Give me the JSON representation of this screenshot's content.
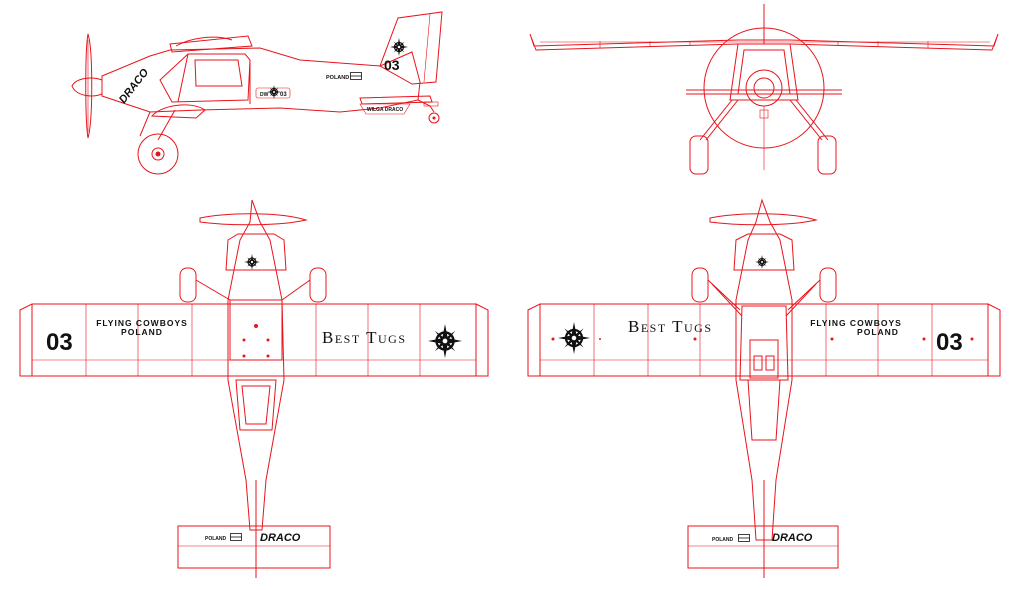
{
  "colors": {
    "line": "#e8141c",
    "text": "#111111",
    "background": "#ffffff"
  },
  "side_view": {
    "nose_text": "DRACO",
    "tail_number": "03",
    "flag_text": "POLAND",
    "fuselage_badge_left": "DW",
    "fuselage_badge_right": "03",
    "belly_text": "WILGA DRACO"
  },
  "top_view": {
    "wing_number": "03",
    "wing_text_line1": "FLYING COWBOYS",
    "wing_text_line2": "POLAND",
    "wing_slogan": "Best Tugs",
    "tail_flag_text": "POLAND",
    "tail_text": "DRACO"
  },
  "bottom_view": {
    "wing_slogan": "Best Tugs",
    "wing_text_line1": "FLYING COWBOYS",
    "wing_text_line2": "POLAND",
    "wing_number": "03",
    "tail_flag_text": "POLAND",
    "tail_text": "DRACO"
  },
  "icons": [
    "compass-rose-icon",
    "flag-icon",
    "propeller-icon"
  ]
}
